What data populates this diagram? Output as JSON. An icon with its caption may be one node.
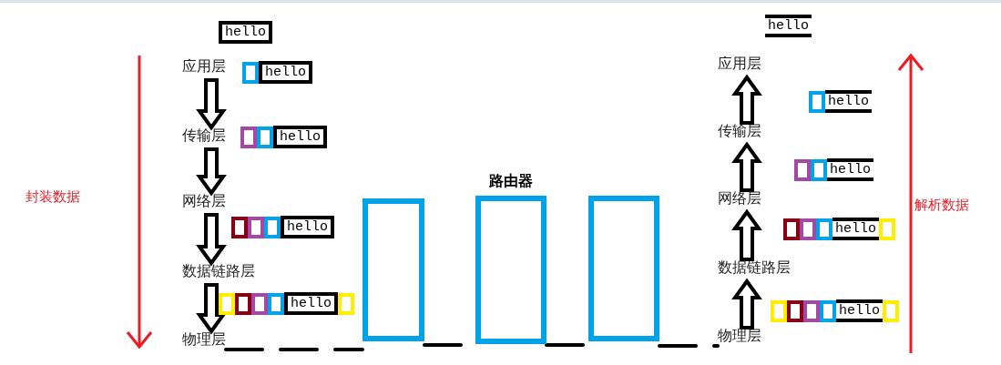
{
  "diagram": {
    "nodes": [
      {
        "text": [
          "应用层"
        ]
      },
      {
        "text": [
          "传输层"
        ]
      },
      {
        "text": [
          "网络层"
        ]
      },
      {
        "text": [
          "数据链路层"
        ]
      },
      {
        "text": [
          "物理层"
        ]
      },
      {
        "text": [
          "应用层"
        ]
      },
      {
        "text": [
          "传输层"
        ]
      },
      {
        "text": [
          "网络层"
        ]
      },
      {
        "text": [
          "数据链路层"
        ]
      },
      {
        "text": [
          "物理层"
        ]
      },
      {
        "text": [],
        "shape": "box"
      },
      {
        "text": [
          "路由器"
        ]
      },
      {
        "text": [],
        "shape": "box"
      }
    ],
    "edges": [
      {
        "from": 0,
        "to": 1,
        "arrow": "to"
      },
      {
        "from": 1,
        "to": 2,
        "arrow": "to"
      },
      {
        "from": 2,
        "to": 3,
        "arrow": "to"
      },
      {
        "from": 3,
        "to": 4,
        "arrow": "to"
      },
      {
        "from": 9,
        "to": 8,
        "arrow": "to"
      },
      {
        "from": 8,
        "to": 7,
        "arrow": "to"
      },
      {
        "from": 7,
        "to": 6,
        "arrow": "to"
      },
      {
        "from": 6,
        "to": 5,
        "arrow": "to"
      },
      {
        "from": 4,
        "to": 10,
        "arrow": "none",
        "style": "dashed"
      },
      {
        "from": 10,
        "to": 11,
        "arrow": "none",
        "style": "dashed"
      },
      {
        "from": 11,
        "to": 12,
        "arrow": "none",
        "style": "dashed"
      },
      {
        "from": 12,
        "to": 9,
        "arrow": "none",
        "style": "dashed"
      }
    ],
    "labels": [
      "hello",
      "hello",
      "hello",
      "hello",
      "hello",
      "封装数据",
      "hello",
      "hello",
      "hello",
      "hello",
      "hello",
      "解析数据"
    ]
  }
}
